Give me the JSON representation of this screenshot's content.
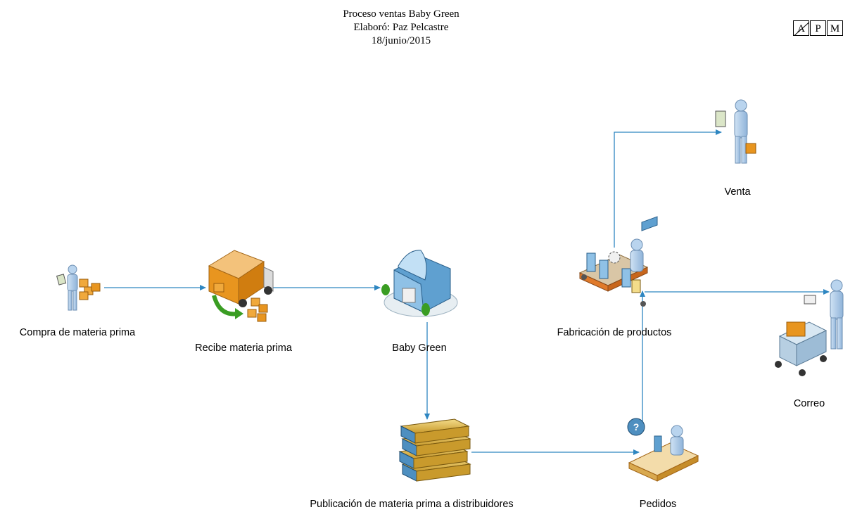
{
  "header": {
    "title": "Proceso ventas Baby Green",
    "author": "Elaboró: Paz Pelcastre",
    "date": "18/junio/2015"
  },
  "logo": {
    "letters": [
      "A",
      "P",
      "M"
    ]
  },
  "nodes": {
    "compra": {
      "label": "Compra de materia prima",
      "icon": "buyer-person-icon"
    },
    "recibe": {
      "label": "Recibe materia prima",
      "icon": "delivery-truck-icon"
    },
    "baby": {
      "label": "Baby Green",
      "icon": "office-building-icon"
    },
    "publicacion": {
      "label": "Publicación de materia prima a distribuidores",
      "icon": "books-stack-icon"
    },
    "pedidos": {
      "label": "Pedidos",
      "icon": "order-desk-icon"
    },
    "fabricacion": {
      "label": "Fabricación de productos",
      "icon": "assembly-line-icon"
    },
    "venta": {
      "label": "Venta",
      "icon": "sales-person-icon"
    },
    "correo": {
      "label": "Correo",
      "icon": "mail-cart-icon"
    }
  },
  "colors": {
    "connector": "#2e86c1",
    "person": "#a9c8e8",
    "box": "#e8951f",
    "green_arrow": "#3a9d23"
  }
}
